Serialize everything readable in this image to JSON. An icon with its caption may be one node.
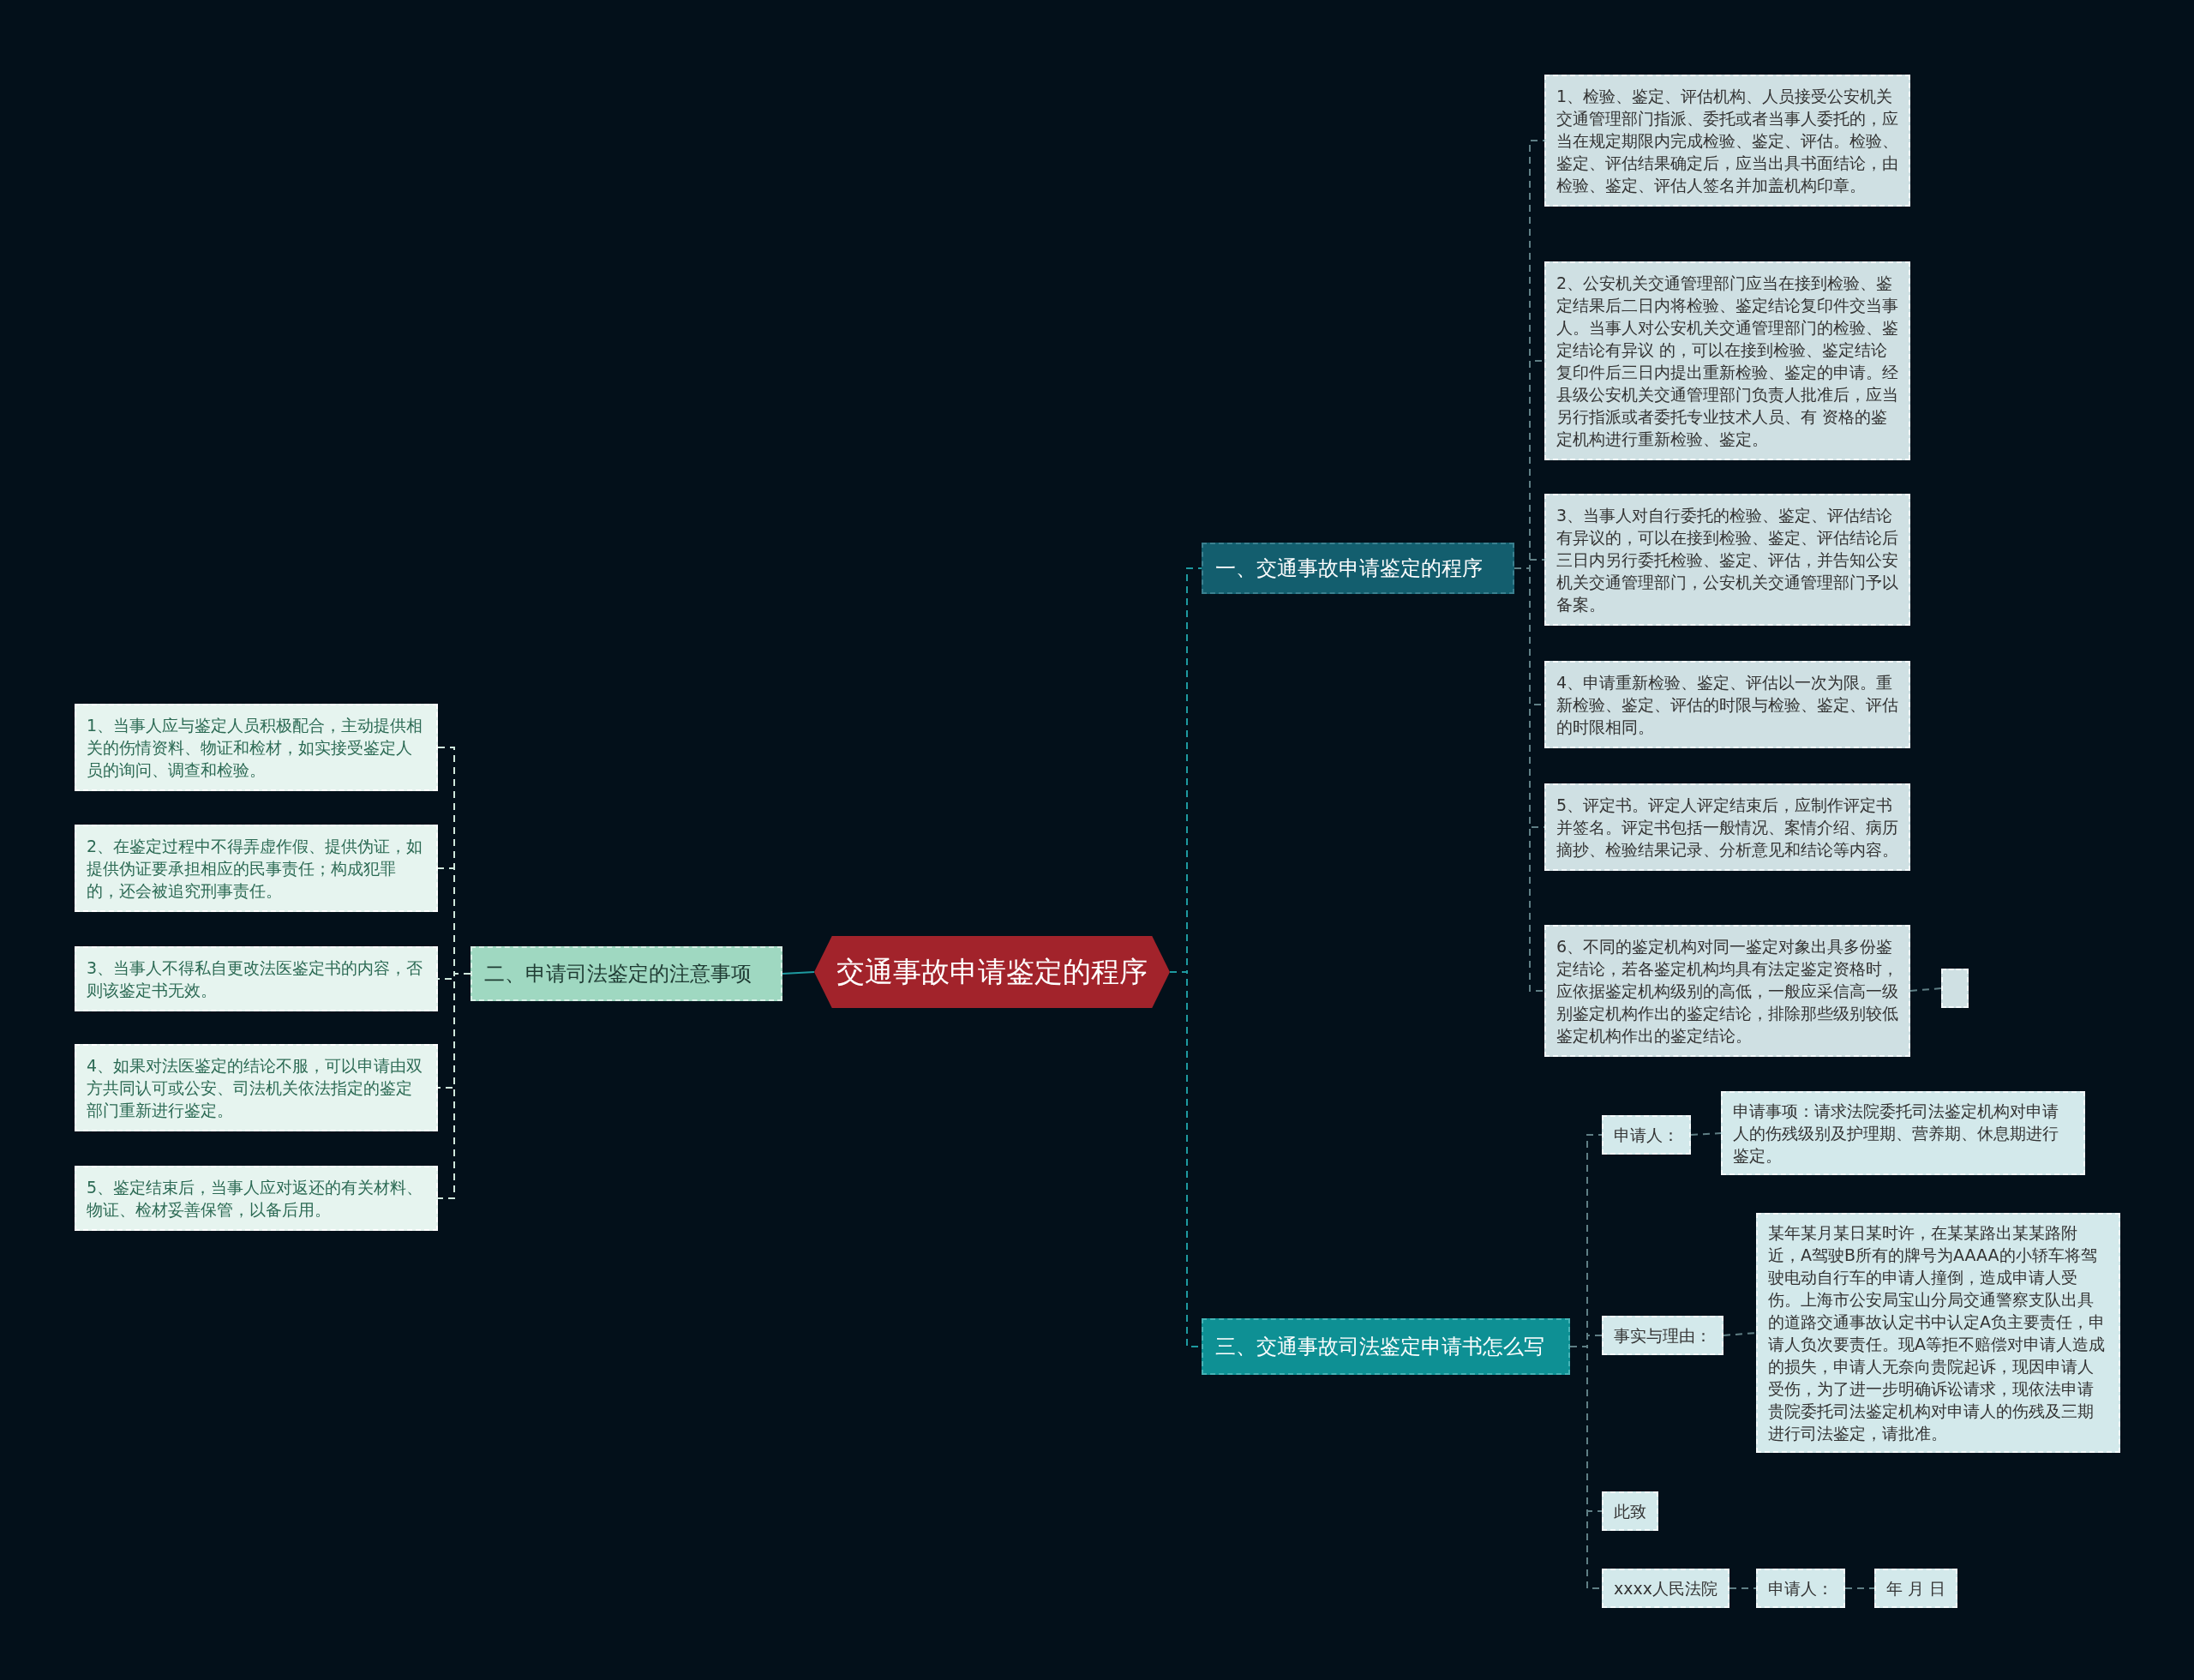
{
  "diagram": {
    "nodes": [
      {
        "text": [
          "交通事故申请鉴定的程序"
        ]
      },
      {
        "text": [
          "一、交通事故申请鉴定的程序"
        ]
      },
      {
        "text": [
          "1、检验、鉴定、评估机构、人员接受公安机关交通管理部门指派、委托或者当事人委托的，应当在规定期限内完成检验、鉴定、评估。检验、鉴定、评估结果确定后，应当出具书面结论，由检验、鉴定、评估人签名并加盖机构印章。"
        ]
      },
      {
        "text": [
          "2、公安机关交通管理部门应当在接到检验、鉴定结果后二日内将检验、鉴定结论复印件交当事人。当事人对公安机关交通管理部门的检验、鉴定结论有异议 的，可以在接到检验、鉴定结论复印件后三日内提出重新检验、鉴定的申请。经县级公安机关交通管理部门负责人批准后，应当另行指派或者委托专业技术人员、有 资格的鉴定机构进行重新检验、鉴定。"
        ]
      },
      {
        "text": [
          "3、当事人对自行委托的检验、鉴定、评估结论有异议的，可以在接到检验、鉴定、评估结论后三日内另行委托检验、鉴定、评估，并告知公安机关交通管理部门，公安机关交通管理部门予以备案。"
        ]
      },
      {
        "text": [
          "4、申请重新检验、鉴定、评估以一次为限。重新检验、鉴定、评估的时限与检验、鉴定、评估的时限相同。"
        ]
      },
      {
        "text": [
          "5、评定书。评定人评定结束后，应制作评定书并签名。评定书包括一般情况、案情介绍、病历摘抄、检验结果记录、分析意见和结论等内容。"
        ]
      },
      {
        "text": [
          "6、不同的鉴定机构对同一鉴定对象出具多份鉴定结论，若各鉴定机构均具有法定鉴定资格时，应依据鉴定机构级别的高低，一般应采信高一级别鉴定机构作出的鉴定结论，排除那些级别较低鉴定机构作出的鉴定结论。"
        ]
      },
      {
        "text": [],
        "shape": "box"
      },
      {
        "text": [
          "二、申请司法鉴定的注意事项"
        ]
      },
      {
        "text": [
          "1、当事人应与鉴定人员积极配合，主动提供相关的伤情资料、物证和检材，如实接受鉴定人员的询问、调查和检验。"
        ]
      },
      {
        "text": [
          "2、在鉴定过程中不得弄虚作假、提供伪证，如提供伪证要承担相应的民事责任；构成犯罪的，还会被追究刑事责任。"
        ]
      },
      {
        "text": [
          "3、当事人不得私自更改法医鉴定书的内容，否则该鉴定书无效。"
        ]
      },
      {
        "text": [
          "4、如果对法医鉴定的结论不服，可以申请由双方共同认可或公安、司法机关依法指定的鉴定部门重新进行鉴定。"
        ]
      },
      {
        "text": [
          "5、鉴定结束后，当事人应对返还的有关材料、物证、检材妥善保管，以备后用。"
        ]
      },
      {
        "text": [
          "三、交通事故司法鉴定申请书怎么写"
        ]
      },
      {
        "text": [
          "申请人："
        ]
      },
      {
        "text": [
          "申请事项：请求法院委托司法鉴定机构对申请人的伤残级别及护理期、营养期、休息期进行鉴定。"
        ]
      },
      {
        "text": [
          "事实与理由："
        ]
      },
      {
        "text": [
          "某年某月某日某时许，在某某路出某某路附近，A驾驶B所有的牌号为AAAA的小轿车将驾驶电动自行车的申请人撞倒，造成申请人受伤。上海市公安局宝山分局交通警察支队出具的道路交通事故认定书中认定A负主要责任，申请人负次要责任。现A等拒不赔偿对申请人造成的损失，申请人无奈向贵院起诉，现因申请人受伤，为了进一步明确诉讼请求，现依法申请贵院委托司法鉴定机构对申请人的伤残及三期进行司法鉴定，请批准。"
        ]
      },
      {
        "text": [
          "此致"
        ]
      },
      {
        "text": [
          "xxxx人民法院"
        ]
      },
      {
        "text": [
          "申请人："
        ]
      },
      {
        "text": [
          "年 月 日"
        ]
      }
    ],
    "edges": [
      {
        "from": 0,
        "to": 1,
        "arrow": "none",
        "style": "dashed",
        "color": "#1e9aa0"
      },
      {
        "from": 0,
        "to": 9,
        "arrow": "none",
        "color": "#1e9aa0"
      },
      {
        "from": 0,
        "to": 15,
        "arrow": "none",
        "style": "dashed",
        "color": "#1e9aa0"
      },
      {
        "from": 1,
        "to": 2,
        "arrow": "none",
        "style": "dashed"
      },
      {
        "from": 1,
        "to": 3,
        "arrow": "none",
        "style": "dashed"
      },
      {
        "from": 1,
        "to": 4,
        "arrow": "none",
        "style": "dashed"
      },
      {
        "from": 1,
        "to": 5,
        "arrow": "none",
        "style": "dashed"
      },
      {
        "from": 1,
        "to": 6,
        "arrow": "none",
        "style": "dashed"
      },
      {
        "from": 1,
        "to": 7,
        "arrow": "none",
        "style": "dashed"
      },
      {
        "from": 7,
        "to": 8,
        "arrow": "none",
        "style": "dashed"
      },
      {
        "from": 9,
        "to": 10,
        "arrow": "none",
        "style": "dashed",
        "color": "#cfe8dc"
      },
      {
        "from": 9,
        "to": 11,
        "arrow": "none",
        "style": "dashed",
        "color": "#cfe8dc"
      },
      {
        "from": 9,
        "to": 12,
        "arrow": "none",
        "style": "dashed",
        "color": "#cfe8dc"
      },
      {
        "from": 9,
        "to": 13,
        "arrow": "none",
        "style": "dashed",
        "color": "#cfe8dc"
      },
      {
        "from": 9,
        "to": 14,
        "arrow": "none",
        "style": "dashed",
        "color": "#cfe8dc"
      },
      {
        "from": 15,
        "to": 16,
        "arrow": "none",
        "style": "dashed"
      },
      {
        "from": 15,
        "to": 18,
        "arrow": "none",
        "style": "dashed"
      },
      {
        "from": 15,
        "to": 20,
        "arrow": "none",
        "style": "dashed"
      },
      {
        "from": 15,
        "to": 21,
        "arrow": "none",
        "style": "dashed"
      },
      {
        "from": 16,
        "to": 17,
        "arrow": "none",
        "style": "dashed"
      },
      {
        "from": 18,
        "to": 19,
        "arrow": "none",
        "style": "dashed"
      },
      {
        "from": 21,
        "to": 22,
        "arrow": "none",
        "style": "dashed"
      },
      {
        "from": 22,
        "to": 23,
        "arrow": "none",
        "style": "dashed"
      }
    ]
  }
}
